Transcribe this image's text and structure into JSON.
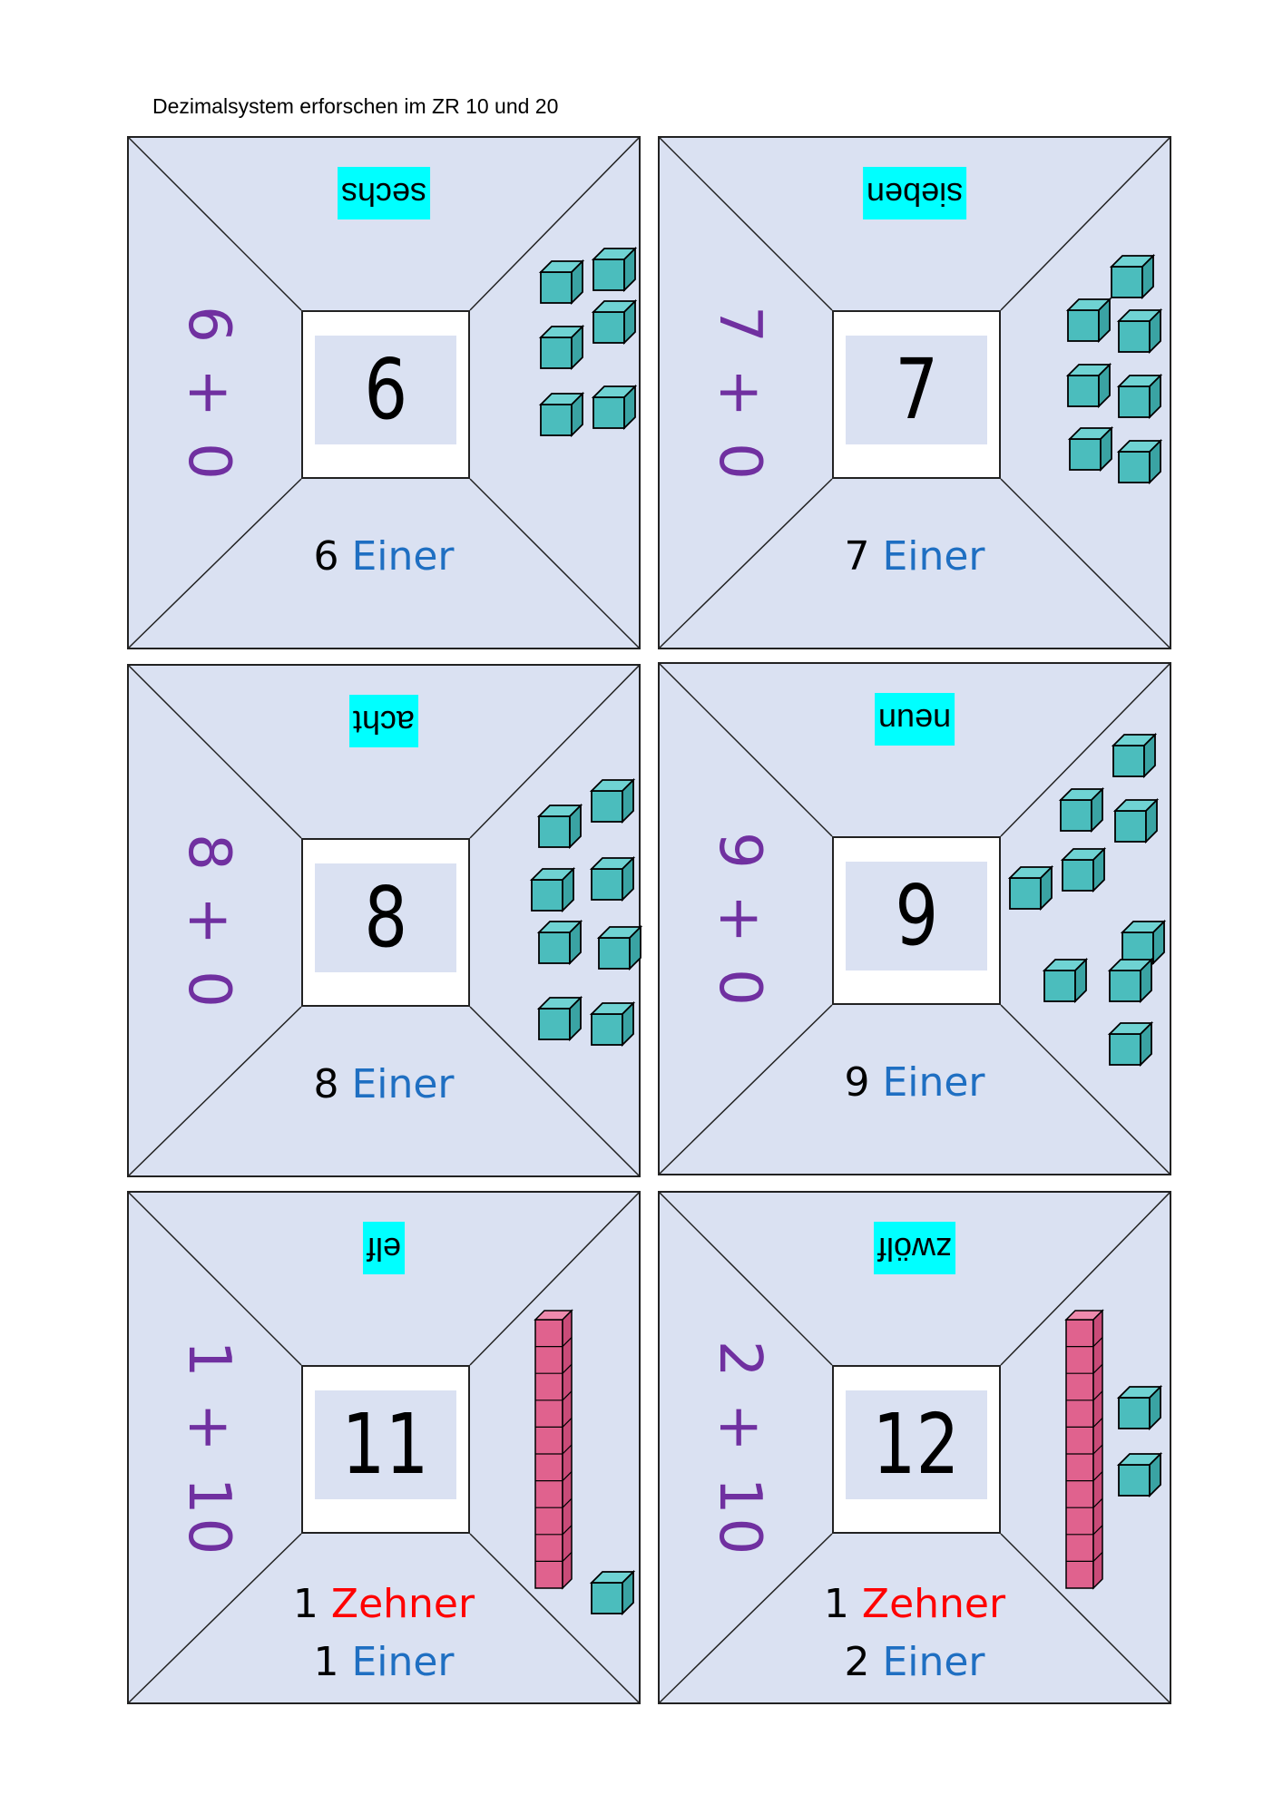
{
  "page": {
    "title": "Dezimalsystem erforschen im ZR 10 und 20"
  },
  "colors": {
    "card_background": "#dae1f2",
    "word_highlight": "#00ffff",
    "sum_text": "#7030a0",
    "einer_text": "#1f6fc2",
    "zehner_text": "#ff0000",
    "unit_cube": "#4bbdbd",
    "ten_rod": "#e0628e"
  },
  "cards": [
    {
      "number": "6",
      "word": "sechs",
      "sum": "6 + 0",
      "zehner_count": "",
      "zehner_label": "",
      "einer_count": "6",
      "einer_label": "Einer",
      "tens": 0,
      "units": 6
    },
    {
      "number": "7",
      "word": "sieben",
      "sum": "7 + 0",
      "zehner_count": "",
      "zehner_label": "",
      "einer_count": "7",
      "einer_label": "Einer",
      "tens": 0,
      "units": 7
    },
    {
      "number": "8",
      "word": "acht",
      "sum": "8 + 0",
      "zehner_count": "",
      "zehner_label": "",
      "einer_count": "8",
      "einer_label": "Einer",
      "tens": 0,
      "units": 8
    },
    {
      "number": "9",
      "word": "neun",
      "sum": "9 + 0",
      "zehner_count": "",
      "zehner_label": "",
      "einer_count": "9",
      "einer_label": "Einer",
      "tens": 0,
      "units": 9
    },
    {
      "number": "11",
      "word": "elf",
      "sum": "1 + 10",
      "zehner_count": "1",
      "zehner_label": "Zehner",
      "einer_count": "1",
      "einer_label": "Einer",
      "tens": 1,
      "units": 1
    },
    {
      "number": "12",
      "word": "zwölf",
      "sum": "2 + 10",
      "zehner_count": "1",
      "zehner_label": "Zehner",
      "einer_count": "2",
      "einer_label": "Einer",
      "tens": 1,
      "units": 2
    }
  ]
}
